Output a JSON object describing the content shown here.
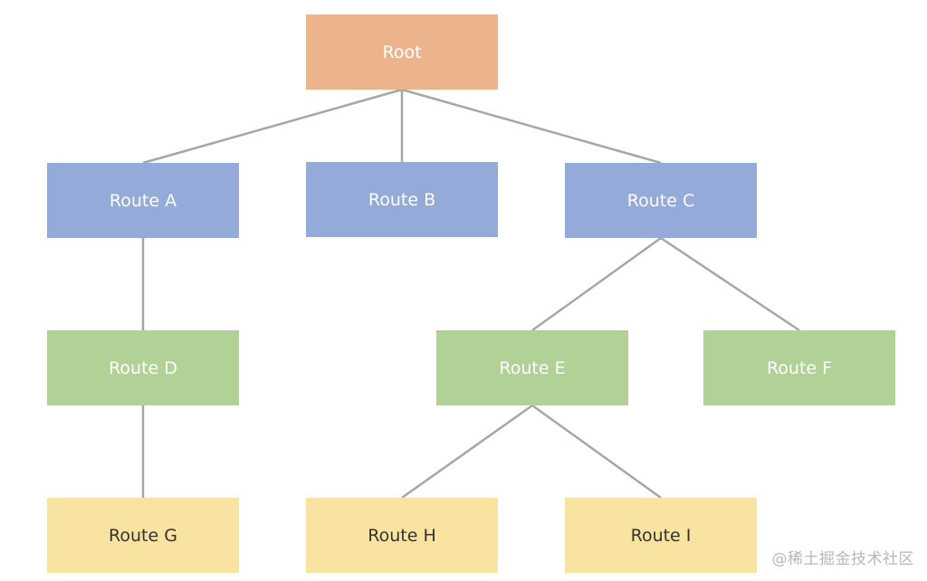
{
  "diagram": {
    "type": "tree",
    "nodes": [
      {
        "id": "root",
        "label": "Root",
        "level": 0
      },
      {
        "id": "route-a",
        "label": "Route A",
        "level": 1
      },
      {
        "id": "route-b",
        "label": "Route B",
        "level": 1
      },
      {
        "id": "route-c",
        "label": "Route C",
        "level": 1
      },
      {
        "id": "route-d",
        "label": "Route D",
        "level": 2
      },
      {
        "id": "route-e",
        "label": "Route E",
        "level": 2
      },
      {
        "id": "route-f",
        "label": "Route F",
        "level": 2
      },
      {
        "id": "route-g",
        "label": "Route G",
        "level": 3
      },
      {
        "id": "route-h",
        "label": "Route H",
        "level": 3
      },
      {
        "id": "route-i",
        "label": "Route I",
        "level": 3
      }
    ],
    "edges": [
      [
        "root",
        "route-a"
      ],
      [
        "root",
        "route-b"
      ],
      [
        "root",
        "route-c"
      ],
      [
        "route-a",
        "route-d"
      ],
      [
        "route-c",
        "route-e"
      ],
      [
        "route-c",
        "route-f"
      ],
      [
        "route-d",
        "route-g"
      ],
      [
        "route-e",
        "route-h"
      ],
      [
        "route-e",
        "route-i"
      ]
    ],
    "level_colors": [
      {
        "fill": "#ecb48c",
        "text": "#ffffff"
      },
      {
        "fill": "#94aad8",
        "text": "#ffffff"
      },
      {
        "fill": "#b1d197",
        "text": "#ffffff"
      },
      {
        "fill": "#f8e3a1",
        "text": "#333333"
      }
    ],
    "edge_color": "#a6a6a6"
  },
  "watermark": {
    "text": "@稀土掘金技术社区"
  }
}
